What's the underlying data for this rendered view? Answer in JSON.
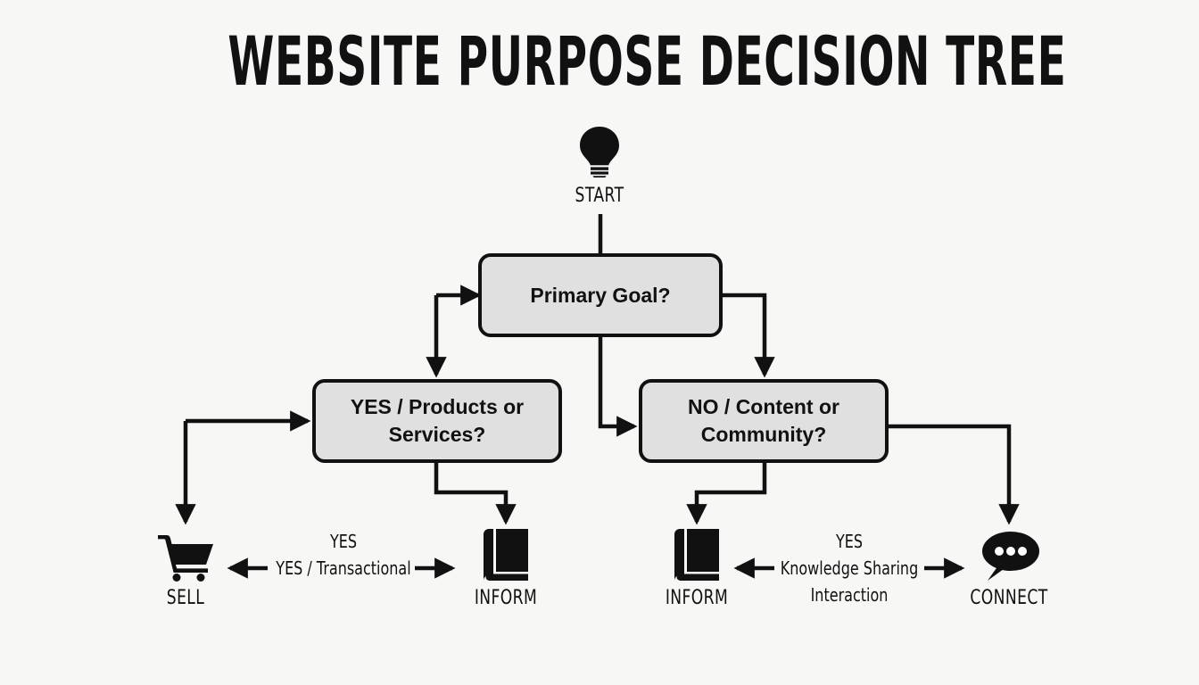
{
  "title": "WEBSITE PURPOSE DECISION TREE",
  "theme": {
    "background": "#f7f7f5",
    "box_fill": "#e0e0e0",
    "stroke": "#111111",
    "text": "#111111"
  },
  "start": {
    "icon": "lightbulb-icon",
    "label": "START"
  },
  "nodes": [
    {
      "id": "primary-goal",
      "label": "Primary Goal?"
    },
    {
      "id": "yes-products",
      "line1": "YES / Products or",
      "line2": "Services?"
    },
    {
      "id": "no-content",
      "line1": "NO / Content or",
      "line2": "Community?"
    }
  ],
  "leaves": [
    {
      "id": "sell",
      "icon": "shopping-cart-icon",
      "label": "SELL"
    },
    {
      "id": "inform-left",
      "icon": "book-icon",
      "label": "INFORM"
    },
    {
      "id": "inform-right",
      "icon": "book-icon",
      "label": "INFORM"
    },
    {
      "id": "connect",
      "icon": "speech-bubble-icon",
      "label": "CONNECT"
    }
  ],
  "edge_labels": {
    "left": {
      "top": "YES",
      "middle": "YES / Transactional"
    },
    "right": {
      "top": "YES",
      "middle": "Knowledge Sharing",
      "bottom": "Interaction"
    }
  }
}
